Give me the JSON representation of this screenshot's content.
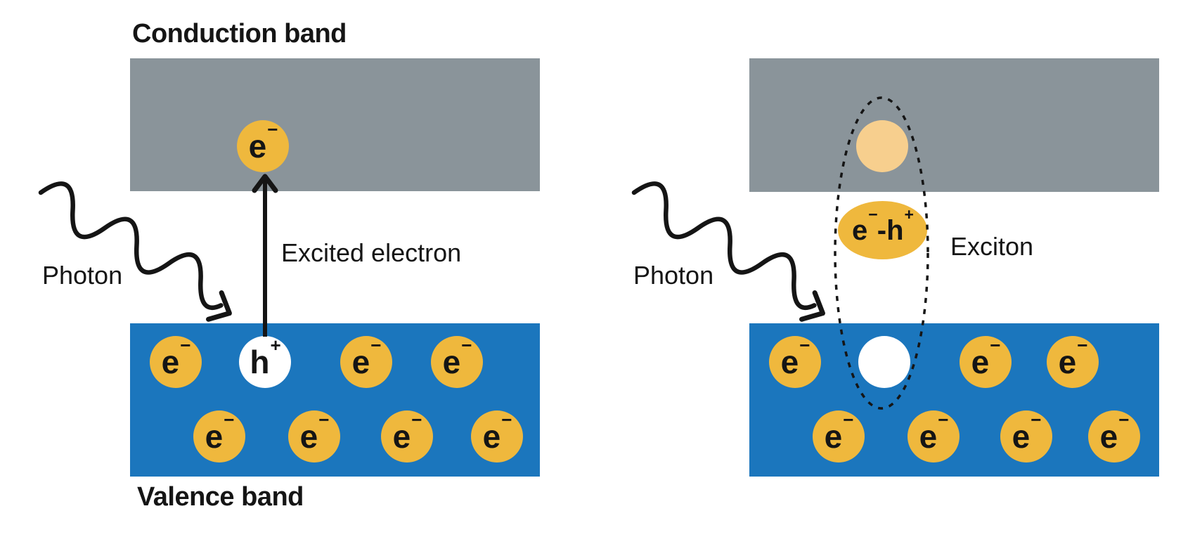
{
  "colors": {
    "band_gray": "#8A949A",
    "band_blue": "#1B76BD",
    "particle_orange": "#EFB83D",
    "particle_light": "#F7CF8E",
    "hole_white": "#FFFFFF",
    "ink": "#151515",
    "background": "#FFFFFF"
  },
  "labels": {
    "conduction_band": "Conduction band",
    "valence_band": "Valence band",
    "photon_left": "Photon",
    "photon_right": "Photon",
    "excited_electron": "Excited electron",
    "exciton": "Exciton"
  },
  "particles": {
    "electron": "e",
    "electron_sup": "−",
    "hole": "h",
    "hole_sup": "+",
    "pair_e": "e",
    "pair_e_sup": "−",
    "pair_dash": "-",
    "pair_h": "h",
    "pair_h_sup": "+"
  },
  "structure": {
    "left_panel": {
      "conduction_band_particles": [
        "electron"
      ],
      "valence_top_row": [
        "electron",
        "hole",
        "electron",
        "electron"
      ],
      "valence_bottom_row": [
        "electron",
        "electron",
        "electron",
        "electron"
      ],
      "annotations": [
        "photon wavy arrow",
        "upward arrow from hole to excited electron"
      ]
    },
    "right_panel": {
      "conduction_band_particles": [
        "electron (faded, unlabeled)"
      ],
      "valence_top_row": [
        "electron",
        "hole (unlabeled white)",
        "electron",
        "electron"
      ],
      "valence_bottom_row": [
        "electron",
        "electron",
        "electron",
        "electron"
      ],
      "annotations": [
        "photon wavy arrow",
        "dashed ellipse around electron-hole pair",
        "e−-h+ pair ellipse"
      ]
    }
  }
}
